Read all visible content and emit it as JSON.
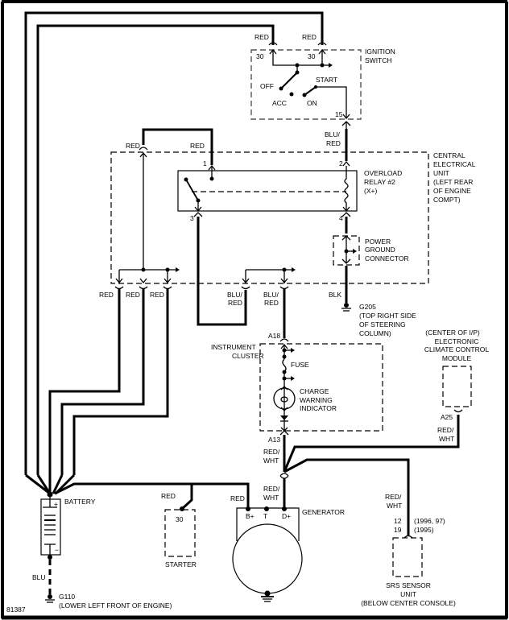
{
  "figure_id": "81387",
  "ignition_switch": {
    "title_line1": "IGNITION",
    "title_line2": "SWITCH",
    "terminal_a": "30",
    "terminal_b": "30",
    "terminal_out": "15",
    "pos_off": "OFF",
    "pos_acc": "ACC",
    "pos_on": "ON",
    "pos_start": "START",
    "wire_a": "RED",
    "wire_b": "RED"
  },
  "central_electrical_unit": {
    "title_lines": [
      "CENTRAL",
      "ELECTRICAL",
      "UNIT",
      "(LEFT REAR",
      "OF ENGINE",
      "COMPT)"
    ],
    "wire_in_red_left": "RED",
    "wire_in_red_right": "RED",
    "wire_in_blu_red_line1": "BLU/",
    "wire_in_blu_red_line2": "RED",
    "relay": {
      "title_lines": [
        "OVERLOAD",
        "RELAY #2",
        "(X+)"
      ],
      "pin1": "1",
      "pin2": "2",
      "pin3": "3",
      "pin4": "4"
    },
    "power_ground": {
      "title_lines": [
        "POWER",
        "GROUND",
        "CONNECTOR"
      ]
    },
    "bottom_wires": [
      "RED",
      "RED",
      "RED"
    ],
    "bottom_blu_red_1": [
      "BLU/",
      "RED"
    ],
    "bottom_blu_red_2": [
      "BLU/",
      "RED"
    ],
    "ground_wire": "BLK"
  },
  "ground_g205": {
    "id": "G205",
    "location_lines": [
      "(TOP RIGHT SIDE",
      "OF STEERING",
      "COLUMN)"
    ]
  },
  "instrument_cluster": {
    "title_lines": [
      "INSTRUMENT",
      "CLUSTER"
    ],
    "pin_top": "A18",
    "pin_bottom": "A13",
    "fuse": "FUSE",
    "indicator_lines": [
      "CHARGE",
      "WARNING",
      "INDICATOR"
    ]
  },
  "climate_module": {
    "title_lines": [
      "(CENTER OF I/P)",
      "ELECTRONIC",
      "CLIMATE CONTROL",
      "MODULE"
    ],
    "pin": "A25",
    "wire": [
      "RED/",
      "WHT"
    ]
  },
  "splice_wires": {
    "upper": [
      "RED/",
      "WHT"
    ],
    "lower": [
      "RED/",
      "WHT"
    ]
  },
  "battery": {
    "label": "BATTERY",
    "plus": "+",
    "minus": "−",
    "ground_wire": "BLU"
  },
  "ground_g110": {
    "id": "G110",
    "location": "(LOWER LEFT FRONT OF ENGINE)"
  },
  "starter": {
    "label": "STARTER",
    "terminal": "30",
    "wire": "RED"
  },
  "generator": {
    "label": "GENERATOR",
    "terminals": [
      "B+",
      "T",
      "D+"
    ],
    "wire_bplus": "RED"
  },
  "srs_sensor": {
    "title_lines": [
      "SRS SENSOR",
      "UNIT",
      "(BELOW CENTER CONSOLE)"
    ],
    "wire": [
      "RED/",
      "WHT"
    ],
    "pin_a": "12",
    "pin_a_note": "(1996, 97)",
    "pin_b": "19",
    "pin_b_note": "(1995)"
  }
}
